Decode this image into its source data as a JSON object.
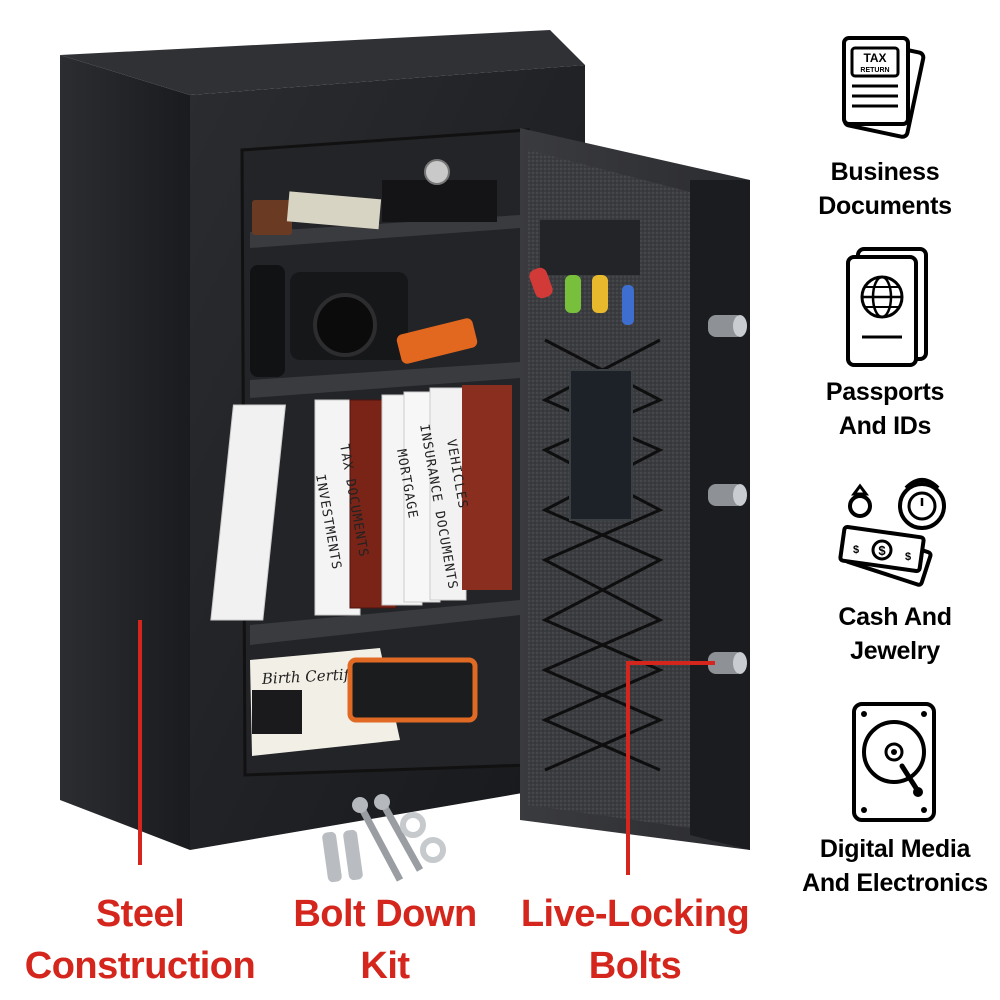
{
  "photo": {
    "books": [
      "INVESTMENTS",
      "TAX DOCUMENTS",
      "MORTGAGE",
      "INSURANCE DOCUMENTS",
      "VEHICLES"
    ],
    "certificate": "Birth Certificate",
    "tax_icon_text": [
      "TAX",
      "RETURN"
    ]
  },
  "features": [
    {
      "icon": "tax-return-document-icon",
      "line1": "Business",
      "line2": "Documents"
    },
    {
      "icon": "passport-icon",
      "line1": "Passports",
      "line2": "And IDs"
    },
    {
      "icon": "cash-and-jewelry-icon",
      "line1": "Cash And",
      "line2": "Jewelry"
    },
    {
      "icon": "hard-drive-icon",
      "line1": "Digital Media",
      "line2": "And Electronics"
    }
  ],
  "callouts": [
    {
      "line1": "Steel",
      "line2": "Construction"
    },
    {
      "line1": "Bolt Down",
      "line2": "Kit"
    },
    {
      "line1": "Live-Locking",
      "line2": "Bolts"
    }
  ],
  "colors": {
    "accent": "#d4261c",
    "safe_body": "#1c1e21",
    "interior": "#2a2b2e",
    "feature_text": "#000000"
  }
}
